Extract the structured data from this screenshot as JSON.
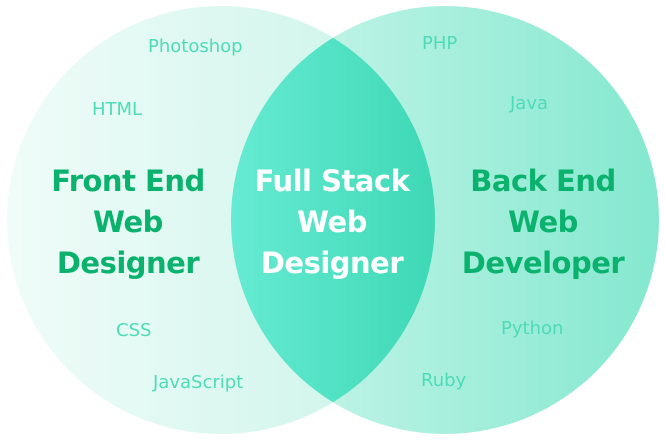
{
  "colors": {
    "heading_green": "#0bb26e",
    "heading_white": "#ffffff",
    "skill_text": "#4edbb7",
    "left_circle_start": "#f0fcf9",
    "left_circle_end": "#c9f4e8",
    "right_circle_start": "#cdf6ec",
    "right_circle_end": "#84e8cf",
    "intersection_start": "#66ebd3",
    "intersection_end": "#3ed8b5"
  },
  "left": {
    "title_lines": [
      "Front End",
      "Web",
      "Designer"
    ],
    "skills": [
      "Photoshop",
      "HTML",
      "CSS",
      "JavaScript"
    ]
  },
  "center": {
    "title_lines": [
      "Full Stack",
      "Web",
      "Designer"
    ]
  },
  "right": {
    "title_lines": [
      "Back End",
      "Web",
      "Developer"
    ],
    "skills": [
      "PHP",
      "Java",
      "Python",
      "Ruby"
    ]
  }
}
